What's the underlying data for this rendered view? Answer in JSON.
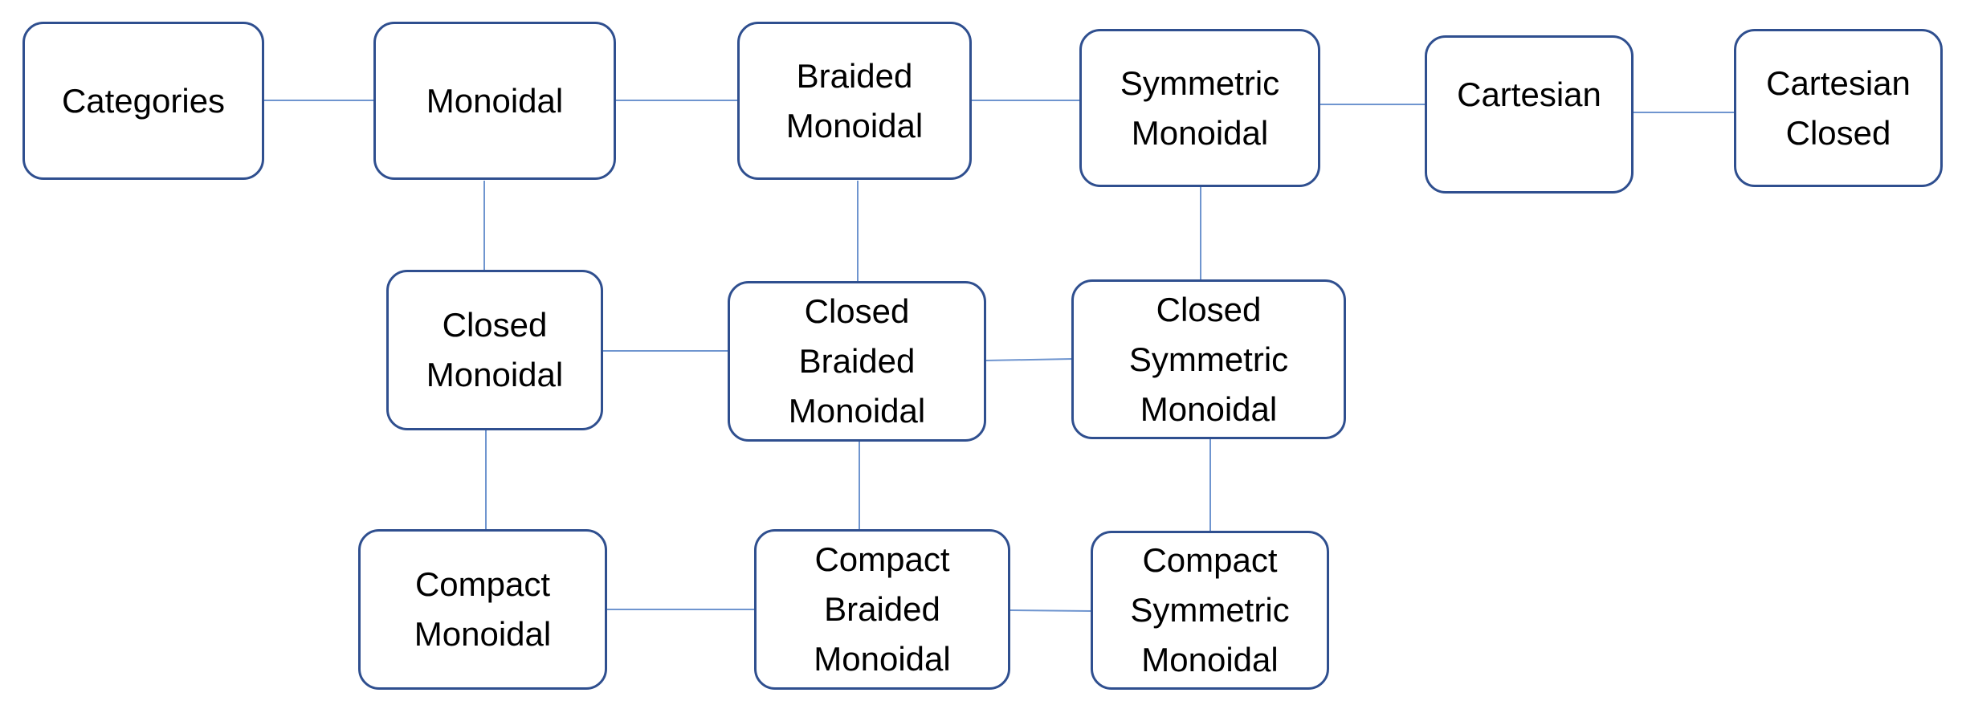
{
  "diagram": {
    "colors": {
      "node_border": "#2f4f8f",
      "edge": "#6f95cf",
      "text": "#000000",
      "background": "#ffffff"
    },
    "nodes": [
      {
        "id": "categories",
        "label": "Categories"
      },
      {
        "id": "monoidal",
        "label": "Monoidal"
      },
      {
        "id": "braided-monoidal",
        "label": "Braided\nMonoidal"
      },
      {
        "id": "symmetric-monoidal",
        "label": "Symmetric\nMonoidal"
      },
      {
        "id": "cartesian",
        "label": "Cartesian"
      },
      {
        "id": "cartesian-closed",
        "label": "Cartesian\nClosed"
      },
      {
        "id": "closed-monoidal",
        "label": "Closed\nMonoidal"
      },
      {
        "id": "closed-braided-monoidal",
        "label": "Closed\nBraided\nMonoidal"
      },
      {
        "id": "closed-symmetric-monoidal",
        "label": "Closed\nSymmetric\nMonoidal"
      },
      {
        "id": "compact-monoidal",
        "label": "Compact\nMonoidal"
      },
      {
        "id": "compact-braided-monoidal",
        "label": "Compact\nBraided\nMonoidal"
      },
      {
        "id": "compact-symmetric-monoidal",
        "label": "Compact\nSymmetric\nMonoidal"
      }
    ],
    "edges": [
      {
        "from": "categories",
        "to": "monoidal"
      },
      {
        "from": "monoidal",
        "to": "braided-monoidal"
      },
      {
        "from": "braided-monoidal",
        "to": "symmetric-monoidal"
      },
      {
        "from": "symmetric-monoidal",
        "to": "cartesian"
      },
      {
        "from": "cartesian",
        "to": "cartesian-closed"
      },
      {
        "from": "monoidal",
        "to": "closed-monoidal"
      },
      {
        "from": "braided-monoidal",
        "to": "closed-braided-monoidal"
      },
      {
        "from": "symmetric-monoidal",
        "to": "closed-symmetric-monoidal"
      },
      {
        "from": "closed-monoidal",
        "to": "closed-braided-monoidal"
      },
      {
        "from": "closed-braided-monoidal",
        "to": "closed-symmetric-monoidal"
      },
      {
        "from": "closed-monoidal",
        "to": "compact-monoidal"
      },
      {
        "from": "closed-braided-monoidal",
        "to": "compact-braided-monoidal"
      },
      {
        "from": "closed-symmetric-monoidal",
        "to": "compact-symmetric-monoidal"
      },
      {
        "from": "compact-monoidal",
        "to": "compact-braided-monoidal"
      },
      {
        "from": "compact-braided-monoidal",
        "to": "compact-symmetric-monoidal"
      }
    ]
  }
}
